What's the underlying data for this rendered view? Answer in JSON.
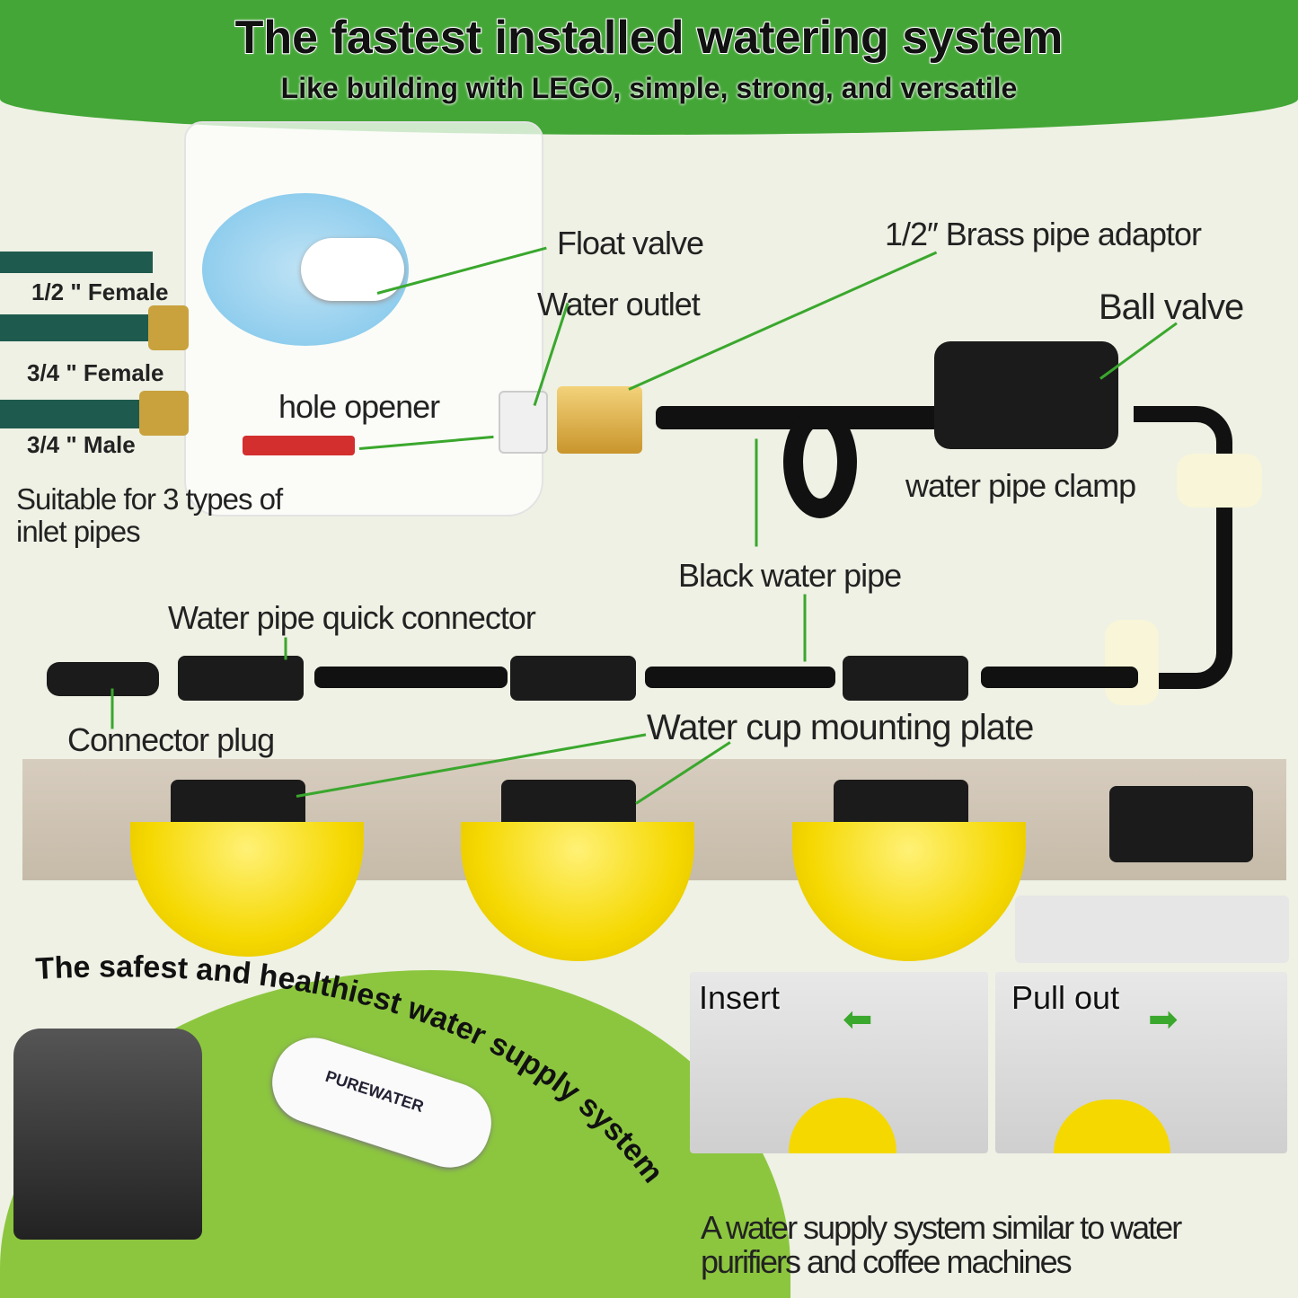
{
  "header": {
    "title": "The fastest installed watering system",
    "subtitle": "Like building with LEGO, simple, strong, and versatile"
  },
  "inlets": {
    "items": [
      "1/2 \" Female",
      "3/4 \" Female",
      "3/4 \" Male"
    ],
    "caption": "Suitable for 3 types of inlet pipes"
  },
  "labels": {
    "float_valve": "Float valve",
    "brass_adaptor": "1/2″ Brass pipe adaptor",
    "water_outlet": "Water outlet",
    "ball_valve": "Ball valve",
    "hole_opener": "hole opener",
    "pipe_clamp": "water pipe clamp",
    "black_pipe": "Black water pipe",
    "quick_connector": "Water pipe quick connector",
    "connector_plug": "Connector plug",
    "mounting_plate": "Water cup mounting plate"
  },
  "bottom": {
    "curved_text": "The safest and healthiest water supply system",
    "filter_brand": "PUREWATER",
    "insert": "Insert",
    "pull_out": "Pull out",
    "caption": "A water supply system similar to water purifiers and coffee machines"
  },
  "colors": {
    "accent": "#43a636",
    "lime": "#8cc63f",
    "cup": "#f5d800"
  }
}
